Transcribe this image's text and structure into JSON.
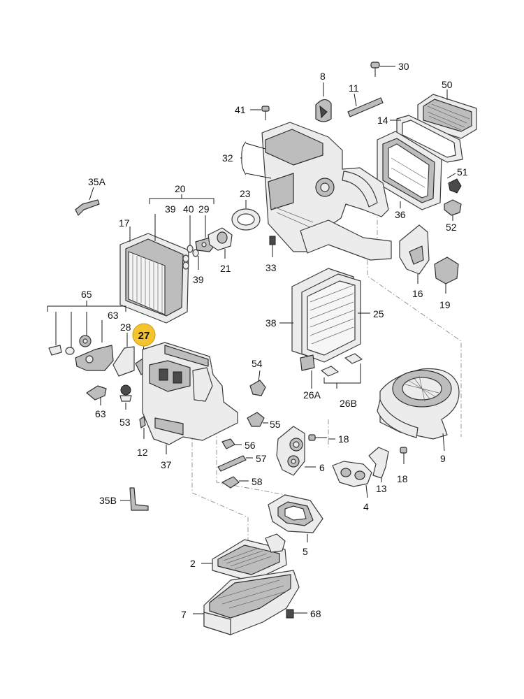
{
  "diagram": {
    "highlighted_part": "27",
    "highlight_color": "#f4c430",
    "callouts": {
      "p2": "2",
      "p4": "4",
      "p5": "5",
      "p6": "6",
      "p7": "7",
      "p8": "8",
      "p9": "9",
      "p11": "11",
      "p12": "12",
      "p13": "13",
      "p14": "14",
      "p16": "16",
      "p17": "17",
      "p18a": "18",
      "p18b": "18",
      "p19": "19",
      "p20": "20",
      "p21": "21",
      "p23": "23",
      "p25": "25",
      "p26A": "26A",
      "p26B": "26B",
      "p27": "27",
      "p28": "28",
      "p29": "29",
      "p30": "30",
      "p32": "32",
      "p33": "33",
      "p35A": "35A",
      "p35B": "35B",
      "p36": "36",
      "p37": "37",
      "p38": "38",
      "p39a": "39",
      "p39b": "39",
      "p40": "40",
      "p41": "41",
      "p50": "50",
      "p51": "51",
      "p52": "52",
      "p53": "53",
      "p54": "54",
      "p55": "55",
      "p56": "56",
      "p57": "57",
      "p58": "58",
      "p63a": "63",
      "p63b": "63",
      "p65": "65",
      "p68": "68"
    }
  }
}
